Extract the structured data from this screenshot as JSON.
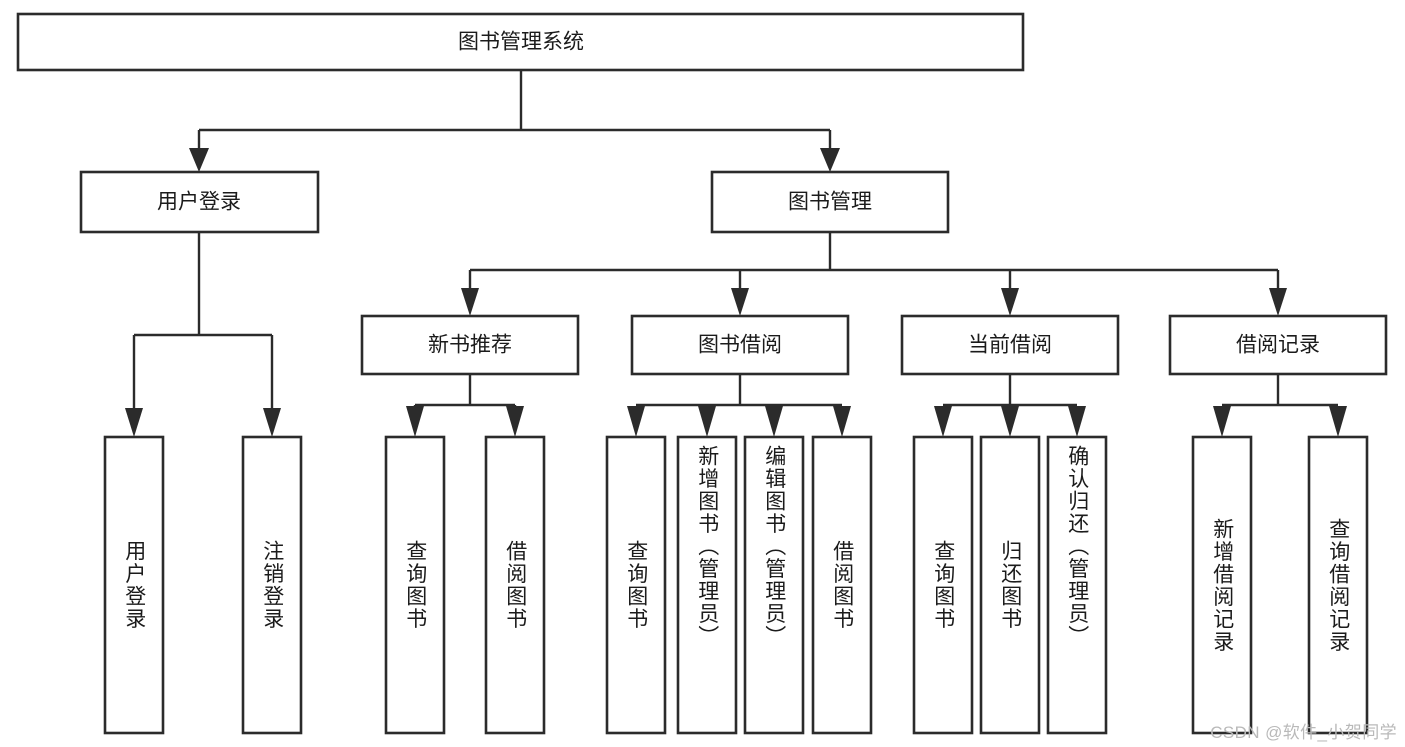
{
  "diagram": {
    "title": "图书管理系统",
    "type": "hierarchy-tree",
    "orientation": "top-down",
    "colors": {
      "box_stroke": "#2b2b2b",
      "box_fill": "#ffffff",
      "connector": "#2b2b2b",
      "text": "#1b1b1b",
      "background": "#ffffff",
      "watermark": "#b9b9b9"
    },
    "root": {
      "label": "图书管理系统"
    },
    "level2": [
      {
        "label": "用户登录"
      },
      {
        "label": "图书管理"
      }
    ],
    "level3": [
      {
        "label": "新书推荐"
      },
      {
        "label": "图书借阅"
      },
      {
        "label": "当前借阅"
      },
      {
        "label": "借阅记录"
      }
    ],
    "leaves": {
      "user_login": [
        {
          "label": "用户登录"
        },
        {
          "label": "注销登录"
        }
      ],
      "new_book_recommend": [
        {
          "label": "查询图书"
        },
        {
          "label": "借阅图书"
        }
      ],
      "book_borrow": [
        {
          "label": "查询图书"
        },
        {
          "label": "新增图书（管理员）"
        },
        {
          "label": "编辑图书（管理员）"
        },
        {
          "label": "借阅图书"
        }
      ],
      "current_borrow": [
        {
          "label": "查询图书"
        },
        {
          "label": "归还图书"
        },
        {
          "label": "确认归还（管理员）"
        }
      ],
      "borrow_records": [
        {
          "label": "新增借阅记录"
        },
        {
          "label": "查询借阅记录"
        }
      ]
    }
  },
  "watermark": {
    "text": "CSDN @软件_小贺同学"
  }
}
